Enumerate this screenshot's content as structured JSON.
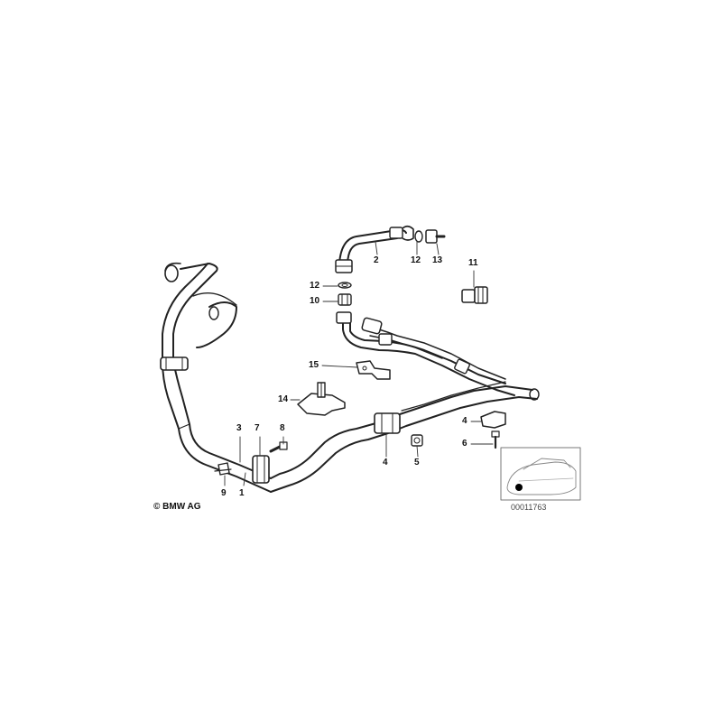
{
  "copyright": "© BMW AG",
  "document_number": "00011763",
  "callouts": {
    "c1": "1",
    "c2": "2",
    "c3": "3",
    "c4a": "4",
    "c4b": "4",
    "c5": "5",
    "c6": "6",
    "c7": "7",
    "c8": "8",
    "c9": "9",
    "c10": "10",
    "c11": "11",
    "c12a": "12",
    "c12b": "12",
    "c13": "13",
    "c14": "14",
    "c15": "15"
  }
}
